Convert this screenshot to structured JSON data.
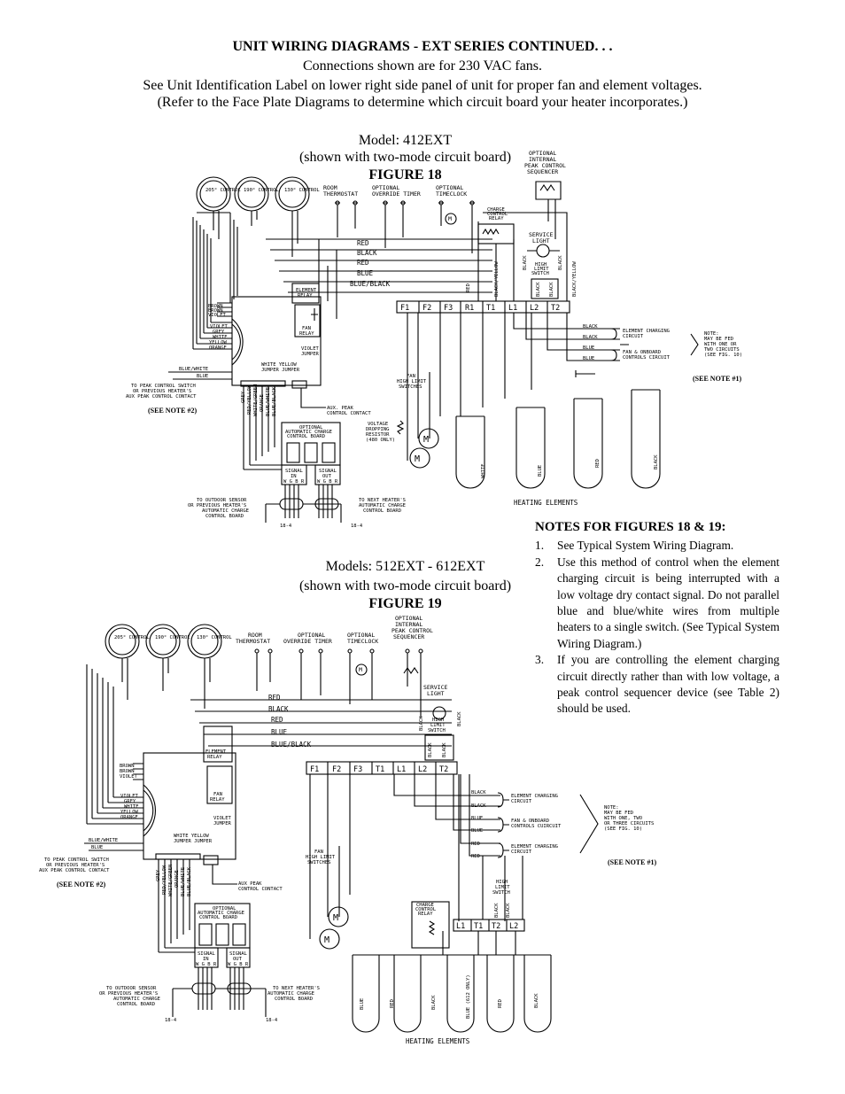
{
  "header": {
    "title": "UNIT WIRING DIAGRAMS - EXT SERIES CONTINUED. . .",
    "line1": "Connections shown are for 230 VAC fans.",
    "line2": "See Unit Identification Label on lower right side panel of unit for proper fan and element voltages.",
    "line3": "(Refer to the Face Plate Diagrams to determine which circuit board your heater incorporates.)"
  },
  "figure18": {
    "model": "Model:  412EXT",
    "subtitle": "(shown with two-mode circuit board)",
    "label": "FIGURE 18",
    "controls": [
      "205° CONTROL",
      "190° CONTROL",
      "130° CONTROL"
    ],
    "room_thermostat": [
      "ROOM",
      "THERMOSTAT"
    ],
    "override_timer": [
      "OPTIONAL",
      "OVERRIDE TIMER"
    ],
    "timeclock": [
      "OPTIONAL",
      "TIMECLOCK"
    ],
    "sequencer": [
      "OPTIONAL",
      "INTERNAL",
      "PEAK CONTROL",
      "SEQUENCER"
    ],
    "charge_relay": [
      "CHARGE",
      "CONTROL",
      "RELAY"
    ],
    "service_light": [
      "SERVICE",
      "LIGHT"
    ],
    "high_limit_switch": [
      "HIGH",
      "LIMIT",
      "SWITCH"
    ],
    "terminals": [
      "F1",
      "F2",
      "F3",
      "R1",
      "T1",
      "L1",
      "L2",
      "T2"
    ],
    "bus_wires": [
      "RED",
      "BLACK",
      "RED",
      "BLUE",
      "BLUE/BLACK"
    ],
    "vertical_wires": [
      "RED",
      "BLACK/YELLOW",
      "BLACK",
      "BLACK",
      "BLACK/YELLOW"
    ],
    "switch_wires": [
      "BLACK",
      "BLACK"
    ],
    "element_relay": [
      "ELEMENT",
      "RELAY"
    ],
    "fan_relay": [
      "FAN",
      "RELAY"
    ],
    "harness_left": [
      "BROWN",
      "BROWN",
      "VIOLET",
      "VIOLET",
      "GREY",
      "WHITE",
      "YELLOW",
      "ORANGE"
    ],
    "blue_white": "BLUE/WHITE",
    "blue": "BLUE",
    "to_peak_control": [
      "TO PEAK CONTROL SWITCH",
      "OR PREVIOUS HEATER'S",
      "AUX PEAK CONTROL CONTACT"
    ],
    "see_note_2": "(SEE NOTE #2)",
    "see_note_1": "(SEE NOTE #1)",
    "violet_jumper": [
      "VIOLET",
      "JUMPER"
    ],
    "wy_jumper": [
      "WHITE YELLOW",
      "JUMPER JUMPER"
    ],
    "harness_bottom": [
      "GREY",
      "RED/YELLOW",
      "WHITE/GREEN",
      "ORANGE",
      "BLUE/WHITE",
      "BLUE/BLACK"
    ],
    "aux_peak": [
      "AUX. PEAK",
      "CONTROL CONTACT"
    ],
    "fan_limit": [
      "FAN",
      "HIGH LIMIT",
      "SWITCHES"
    ],
    "voltage_dropping": [
      "VOLTAGE",
      "DROPPING",
      "RESISTOR",
      "(480 ONLY)"
    ],
    "board": [
      "OPTIONAL",
      "AUTOMATIC CHARGE",
      "CONTROL BOARD"
    ],
    "signal_in": [
      "SIGNAL",
      "IN",
      "W G B R"
    ],
    "signal_out": [
      "SIGNAL",
      "OUT",
      "W G B R"
    ],
    "to_outdoor": [
      "TO OUTDOOR SENSOR",
      "OR PREVIOUS HEATER'S",
      "AUTOMATIC CHARGE",
      "CONTROL BOARD"
    ],
    "to_next": [
      "TO NEXT HEATER'S",
      "AUTOMATIC CHARGE",
      "CONTROL BOARD"
    ],
    "cable": "18-4",
    "right_wires": [
      "BLACK",
      "BLACK",
      "BLUE",
      "BLUE"
    ],
    "element_charging": [
      "ELEMENT CHARGING",
      "CIRCUIT"
    ],
    "fan_onboard": [
      "FAN & ONBOARD",
      "CONTROLS CIRCUIT"
    ],
    "note": [
      "NOTE:",
      "MAY BE FED",
      "WITH ONE OR",
      "TWO CIRCUITS",
      "(SEE FIG. 10)"
    ],
    "element_wires": [
      "WHITE",
      "BLUE",
      "RED",
      "BLACK"
    ],
    "heating_elements": "HEATING ELEMENTS"
  },
  "figure19": {
    "model": "Models:  512EXT - 612EXT",
    "subtitle": "(shown with two-mode circuit board)",
    "label": "FIGURE 19",
    "controls": [
      "205° CONTROL",
      "190° CONTROL",
      "130° CONTROL"
    ],
    "room_thermostat": [
      "ROOM",
      "THERMOSTAT"
    ],
    "override_timer": [
      "OPTIONAL",
      "OVERRIDE TIMER"
    ],
    "timeclock": [
      "OPTIONAL",
      "TIMECLOCK"
    ],
    "sequencer": [
      "OPTIONAL",
      "INTERNAL",
      "PEAK CONTROL",
      "SEQUENCER"
    ],
    "service_light": [
      "SERVICE",
      "LIGHT"
    ],
    "high_limit_switch": [
      "HIGH",
      "LIMIT",
      "SWITCH"
    ],
    "terminals": [
      "F1",
      "F2",
      "F3",
      "T1",
      "L1",
      "L2",
      "T2"
    ],
    "bus_wires": [
      "RED",
      "BLACK",
      "RED",
      "BLUE",
      "BLUE/BLACK"
    ],
    "vertical_wires": [
      "BLACK",
      "BLACK",
      "BLACK",
      "BLACK"
    ],
    "element_relay": [
      "ELEMENT",
      "RELAY"
    ],
    "fan_relay": [
      "FAN",
      "RELAY"
    ],
    "harness_left": [
      "BROWN",
      "BROWN",
      "VIOLET",
      "VIOLET",
      "GREY",
      "WHITE",
      "YELLOW",
      "ORANGE"
    ],
    "blue_white": "BLUE/WHITE",
    "blue": "BLUE",
    "to_peak_control": [
      "TO PEAK CONTROL SWITCH",
      "OR PREVIOUS HEATER'S",
      "AUX PEAK CONTROL CONTACT"
    ],
    "see_note_2": "(SEE NOTE #2)",
    "see_note_1": "(SEE NOTE #1)",
    "violet_jumper": [
      "VIOLET",
      "JUMPER"
    ],
    "wy_jumper": [
      "WHITE YELLOW",
      "JUMPER JUMPER"
    ],
    "harness_bottom": [
      "GREY",
      "RED/YELLOW",
      "WHITE/GREEN",
      "ORANGE",
      "BLUE/WHITE",
      "BLUE/BLACK"
    ],
    "aux_peak": [
      "AUX PEAK",
      "CONTROL CONTACT"
    ],
    "fan_limit": [
      "FAN",
      "HIGH LIMIT",
      "SWITCHES"
    ],
    "board": [
      "OPTIONAL",
      "AUTOMATIC CHARGE",
      "CONTROL BOARD"
    ],
    "signal_in": [
      "SIGNAL",
      "IN",
      "W G B R"
    ],
    "signal_out": [
      "SIGNAL",
      "OUT",
      "W G B R"
    ],
    "to_outdoor": [
      "TO OUTDOOR SENSOR",
      "OR PREVIOUS HEATER'S",
      "AUTOMATIC CHARGE",
      "CONTROL BOARD"
    ],
    "to_next": [
      "TO NEXT HEATER'S",
      "AUTOMATIC CHARGE",
      "CONTROL BOARD"
    ],
    "cable": "18-4",
    "right_wires": [
      "BLACK",
      "BLACK",
      "BLUE",
      "BLUE",
      "RED",
      "RED"
    ],
    "element_charging": [
      "ELEMENT CHARGING",
      "CIRCUIT"
    ],
    "fan_onboard": [
      "FAN & ONBOARD",
      "CONTROLS CUIRCUIT"
    ],
    "element_charging2": [
      "ELEMENT CHARGING",
      "CIRCUIT"
    ],
    "note": [
      "NOTE:",
      "MAY BE FED",
      "WITH ONE, TWO",
      "OR THREE CIRCUITS",
      "(SEE FIG. 10)"
    ],
    "charge_relay": [
      "CHARGE",
      "CONTROL",
      "RELAY"
    ],
    "high_limit_switch2": [
      "HIGH",
      "LIMIT",
      "SWITCH"
    ],
    "switch_wires": [
      "BLACK",
      "BLACK"
    ],
    "terminals2": [
      "L1",
      "T1",
      "T2",
      "L2"
    ],
    "element_wires": [
      "BLUE",
      "RED",
      "BLACK",
      "BLUE (612 ONLY)",
      "RED",
      "BLACK"
    ],
    "heating_elements": "HEATING ELEMENTS"
  },
  "notes": {
    "title": "NOTES FOR FIGURES 18 & 19:",
    "items": [
      {
        "num": "1.",
        "text": "See Typical System Wiring Diagram."
      },
      {
        "num": "2.",
        "text": "Use this method of control when the element charging circuit is being interrupted with a low voltage dry contact signal.  Do not parallel blue and blue/white wires from multiple heaters to a single switch. (See Typical System Wiring Diagram.)"
      },
      {
        "num": "3.",
        "text": "If you are controlling the element charging circuit directly rather than with low voltage, a peak control sequencer device (see Table 2) should be used."
      }
    ]
  }
}
